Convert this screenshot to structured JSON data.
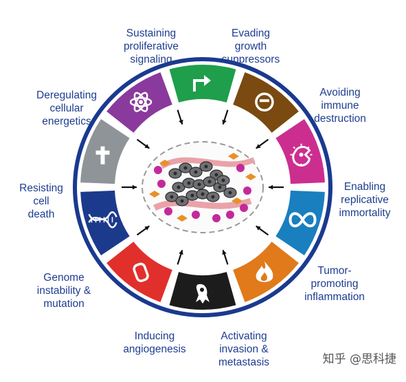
{
  "segments": [
    {
      "id": "sustaining",
      "lines": [
        "Sustaining",
        "proliferative",
        "signaling"
      ],
      "color": "#1f9e4b",
      "icon": "arrow-icon"
    },
    {
      "id": "evading",
      "lines": [
        "Evading",
        "growth",
        "suppressors"
      ],
      "color": "#7a4a10",
      "icon": "no-sign-icon"
    },
    {
      "id": "avoiding",
      "lines": [
        "Avoiding",
        "immune",
        "destruction"
      ],
      "color": "#cc2e8f",
      "icon": "immune-cell-icon"
    },
    {
      "id": "replicative",
      "lines": [
        "Enabling",
        "replicative",
        "immortality"
      ],
      "color": "#1a7fbf",
      "icon": "infinity-icon"
    },
    {
      "id": "inflammation",
      "lines": [
        "Tumor-",
        "promoting",
        "inflammation"
      ],
      "color": "#e07a1b",
      "icon": "flame-icon"
    },
    {
      "id": "invasion",
      "lines": [
        "Activating",
        "invasion &",
        "metastasis"
      ],
      "color": "#1c1c1c",
      "icon": "migrating-cell-icon"
    },
    {
      "id": "angiogenesis",
      "lines": [
        "Inducing",
        "angiogenesis"
      ],
      "color": "#e1302b",
      "icon": "vessel-icon"
    },
    {
      "id": "genome",
      "lines": [
        "Genome",
        "instability &",
        "mutation"
      ],
      "color": "#1c3a8c",
      "icon": "dna-icon"
    },
    {
      "id": "death",
      "lines": [
        "Resisting",
        "cell",
        "death"
      ],
      "color": "#8e9497",
      "icon": "cross-icon"
    },
    {
      "id": "energetics",
      "lines": [
        "Deregulating",
        "cellular",
        "energetics"
      ],
      "color": "#8a3a9c",
      "icon": "atom-icon"
    }
  ],
  "watermark": "知乎 @思科捷",
  "colors": {
    "ring": "#1a3a8f",
    "text": "#1e3d8f"
  }
}
